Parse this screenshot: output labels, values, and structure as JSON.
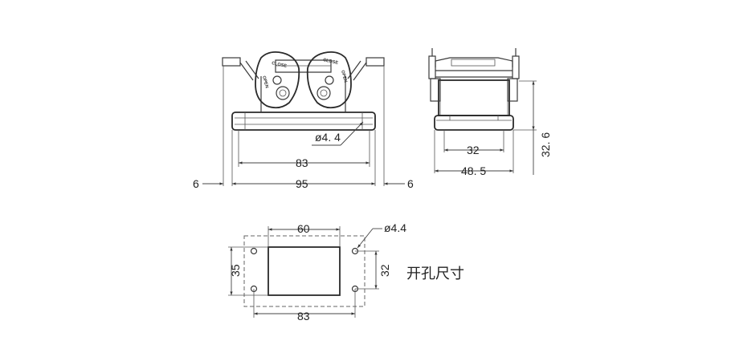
{
  "front_view": {
    "dim_hole": "ø4. 4",
    "dim_inner": "83",
    "dim_overall": "95",
    "dim_left_offset": "6",
    "dim_right_offset": "6",
    "lever_label_close": "CLOSE",
    "lever_label_open": "OPEN"
  },
  "side_view": {
    "dim_inner": "32",
    "dim_overall": "48. 5",
    "dim_height": "32. 6"
  },
  "cutout_view": {
    "dim_top": "60",
    "dim_hole": "ø4.4",
    "dim_left": "35",
    "dim_right": "32",
    "dim_bottom": "83",
    "title": "开孔尺寸"
  }
}
